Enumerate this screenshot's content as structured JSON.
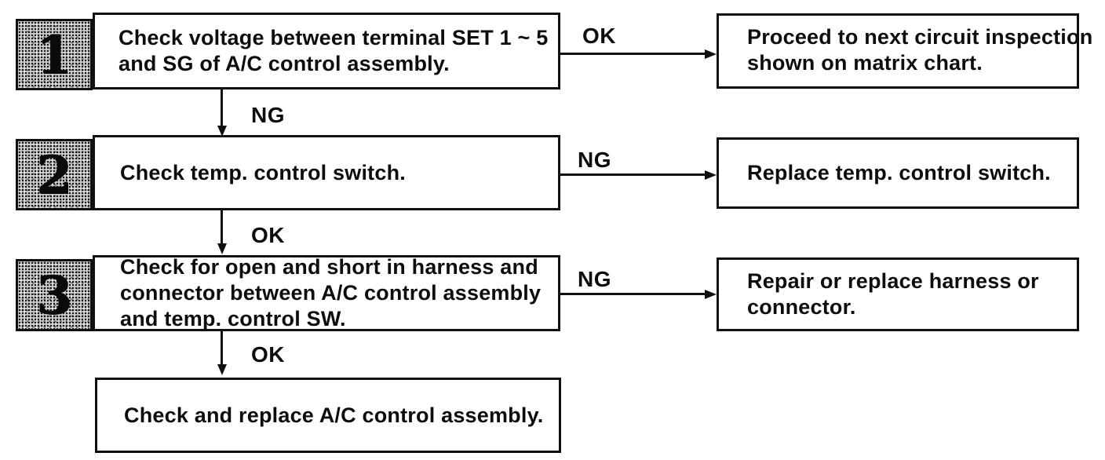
{
  "diagram": {
    "type": "troubleshooting-flowchart",
    "colors": {
      "ink": "#101010",
      "paper": "#ffffff",
      "badge_fill": "#cfcfcf"
    },
    "steps": [
      {
        "number": "1",
        "check_lines": {
          "0": "Check voltage between terminal SET 1 ~ 5",
          "1": "and SG of A/C control assembly."
        },
        "branch_label": "OK",
        "result_lines": {
          "0": "Proceed to next circuit inspection",
          "1": "shown on matrix chart."
        },
        "down_label": "NG"
      },
      {
        "number": "2",
        "check_lines": {
          "0": "Check temp. control switch."
        },
        "branch_label": "NG",
        "result_lines": {
          "0": "Replace temp. control switch."
        },
        "down_label": "OK"
      },
      {
        "number": "3",
        "check_lines": {
          "0": "Check for open and short in harness and",
          "1": "connector between A/C control assembly",
          "2": "and temp. control SW."
        },
        "branch_label": "NG",
        "result_lines": {
          "0": "Repair or replace harness or",
          "1": "connector."
        },
        "down_label": "OK"
      }
    ],
    "final_box": {
      "text": "Check and replace A/C control assembly."
    }
  }
}
